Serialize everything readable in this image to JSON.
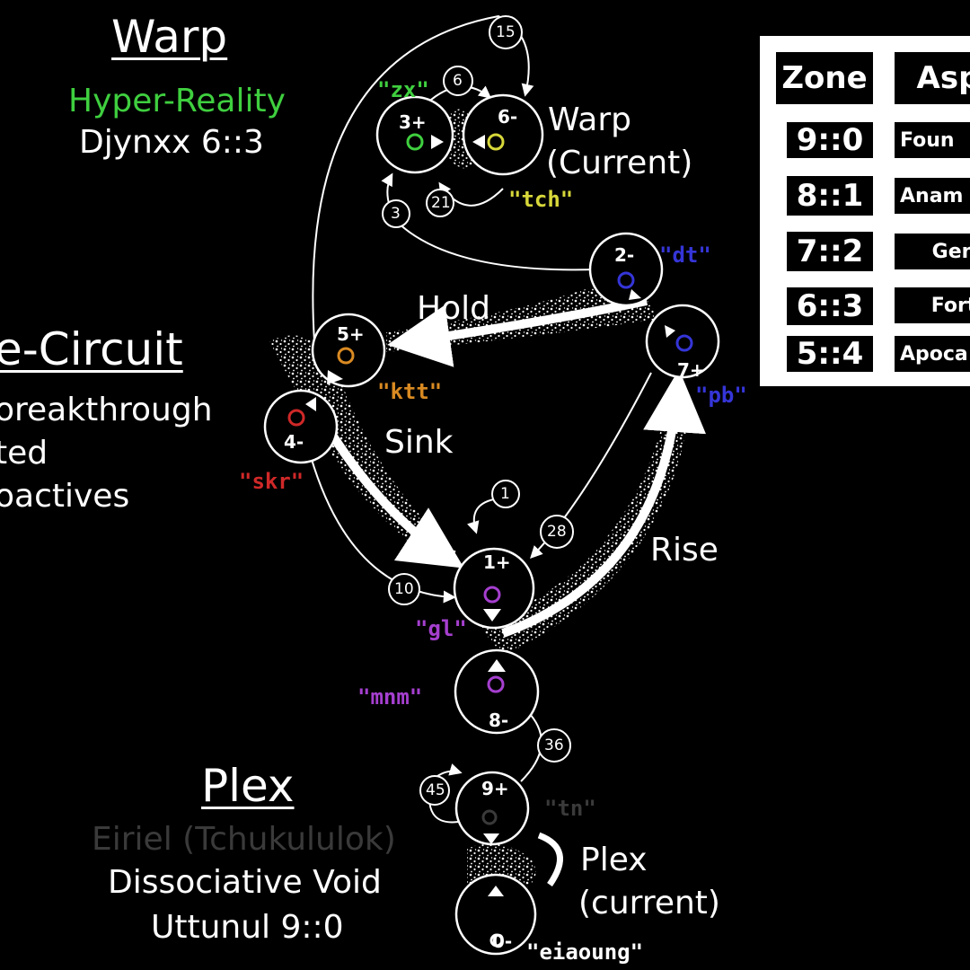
{
  "zones": {
    "warp": {
      "title": "Warp",
      "subtitle": "Hyper-Reality",
      "demon": "Djynxx 6::3",
      "subtitle_color": "#3fcf3f"
    },
    "circuit": {
      "title": "e-Circuit",
      "line1": "oreakthrough",
      "line2": "ted",
      "line3": "oactives"
    },
    "plex": {
      "title": "Plex",
      "subtitle": "Eiriel (Tchukululok)",
      "line2": "Dissociative Void",
      "demon": "Uttunul 9::0",
      "subtitle_color": "#3a3a3a"
    }
  },
  "flows": {
    "hold": "Hold",
    "sink": "Sink",
    "rise": "Rise"
  },
  "current": {
    "warp": {
      "line1": "Warp",
      "line2": "(Current)"
    },
    "plex": {
      "line1": "Plex",
      "line2": "(current)"
    }
  },
  "nodes": [
    {
      "id": "n3",
      "label": "3+",
      "sound": "\"zx\"",
      "color": "#3fcf3f"
    },
    {
      "id": "n6",
      "label": "6-",
      "sound": "\"tch\"",
      "color": "#d7d73a"
    },
    {
      "id": "n2",
      "label": "2-",
      "sound": "\"dt\"",
      "color": "#3535d8"
    },
    {
      "id": "n7",
      "label": "7+",
      "sound": "\"pb\"",
      "color": "#3535d8"
    },
    {
      "id": "n5",
      "label": "5+",
      "sound": "\"ktt\"",
      "color": "#d98a22"
    },
    {
      "id": "n4",
      "label": "4-",
      "sound": "\"skr\"",
      "color": "#d02828"
    },
    {
      "id": "n1",
      "label": "1+",
      "sound": "\"gl\"",
      "color": "#a53fcf"
    },
    {
      "id": "n8",
      "label": "8-",
      "sound": "\"mnm\"",
      "color": "#a53fcf"
    },
    {
      "id": "n9",
      "label": "9+",
      "sound": "\"tn\"",
      "color": "#3a3a3a"
    },
    {
      "id": "n0",
      "label": "0-",
      "sound": "\"eiaoung\"",
      "color": "#ffffff"
    }
  ],
  "loops": [
    "15",
    "6",
    "21",
    "3",
    "1",
    "28",
    "10",
    "36",
    "45"
  ],
  "table": {
    "headers": [
      "Zone",
      "Asp"
    ],
    "rows": [
      {
        "zone": "9::0",
        "aspect": "Foun"
      },
      {
        "zone": "8::1",
        "aspect": "Anam"
      },
      {
        "zone": "7::2",
        "aspect": "Gen"
      },
      {
        "zone": "6::3",
        "aspect": "Fort"
      },
      {
        "zone": "5::4",
        "aspect": "Apoca"
      }
    ]
  }
}
